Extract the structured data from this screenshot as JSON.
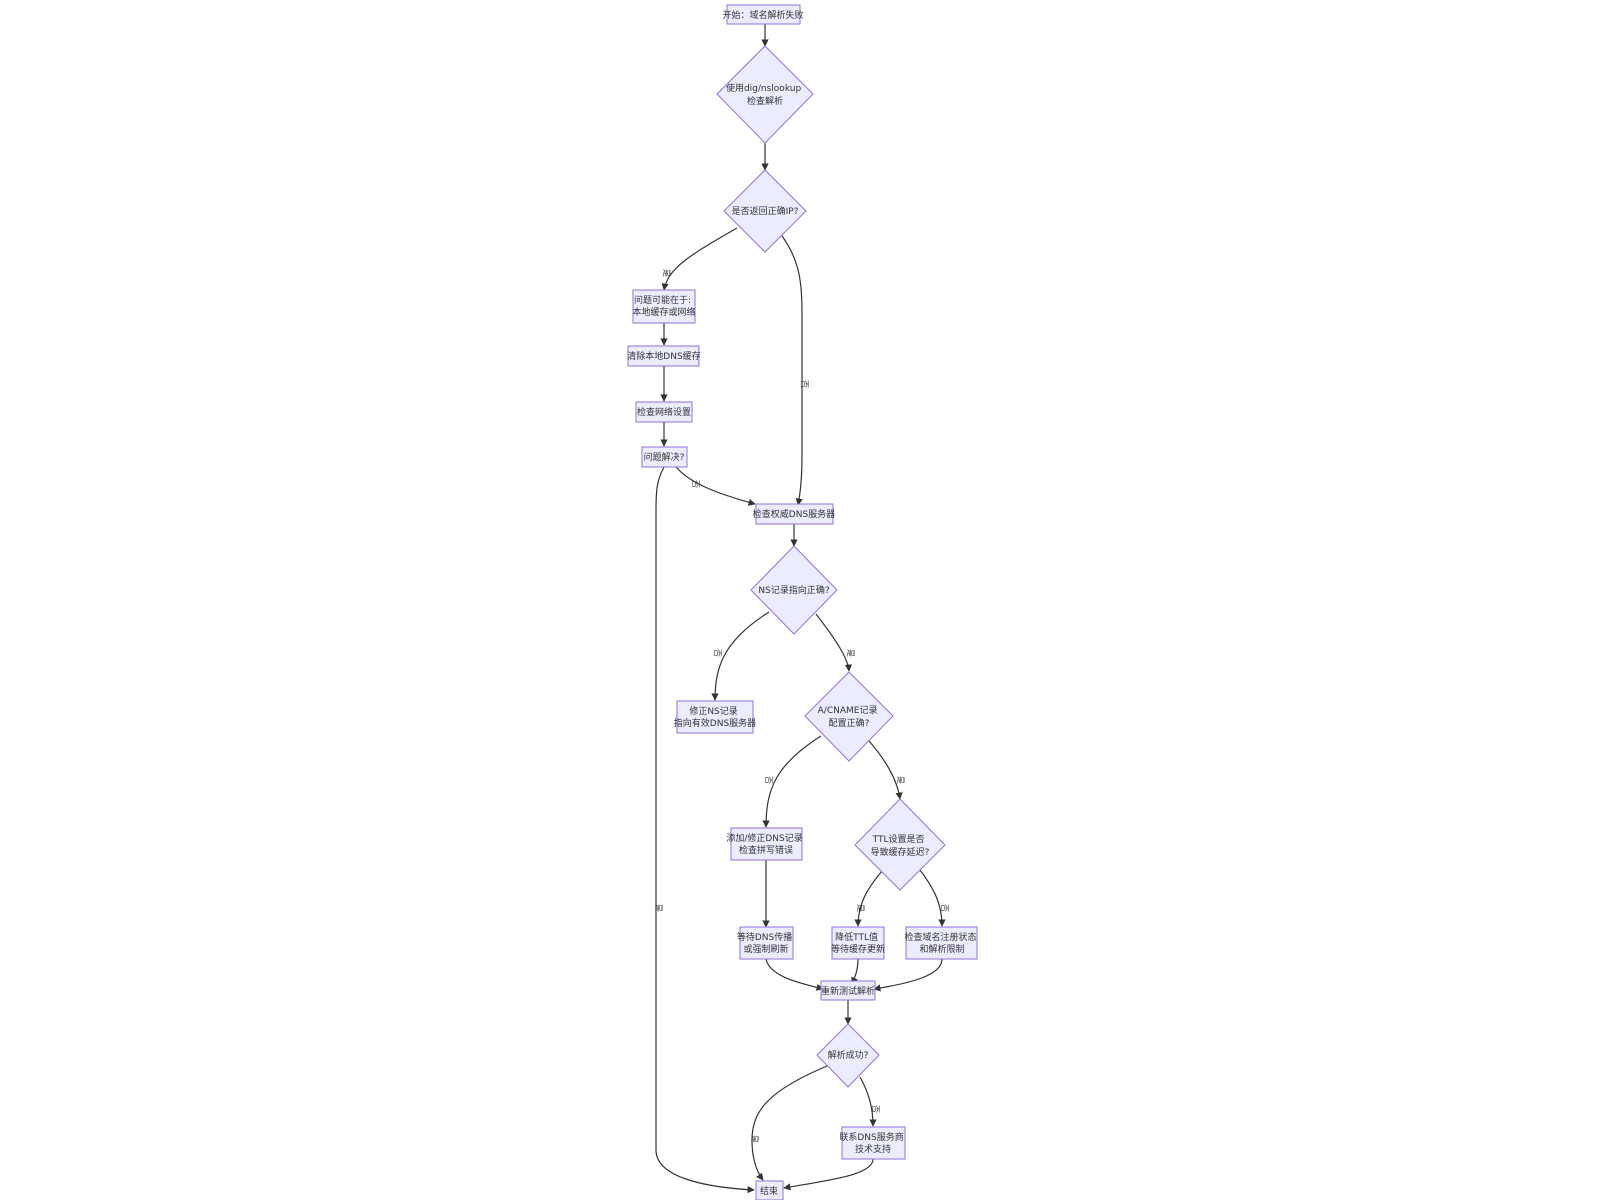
{
  "colors": {
    "node_fill": "#ececff",
    "node_stroke": "#9370db",
    "edge": "#333333",
    "text": "#333333"
  },
  "nodes": {
    "start": {
      "lines": [
        "开始：域名解析失败"
      ]
    },
    "use_dig": {
      "lines": [
        "使用dig/nslookup",
        "检查解析"
      ]
    },
    "correct_ip": {
      "lines": [
        "是否返回正确IP?"
      ]
    },
    "local_issue": {
      "lines": [
        "问题可能在于:",
        "本地缓存或网络"
      ]
    },
    "clear_cache": {
      "lines": [
        "清除本地DNS缓存"
      ]
    },
    "check_net": {
      "lines": [
        "检查网络设置"
      ]
    },
    "solved": {
      "lines": [
        "问题解决?"
      ]
    },
    "check_auth": {
      "lines": [
        "检查权威DNS服务器"
      ]
    },
    "ns_ok": {
      "lines": [
        "NS记录指向正确?"
      ]
    },
    "fix_ns": {
      "lines": [
        "修正NS记录",
        "指向有效DNS服务器"
      ]
    },
    "a_ok": {
      "lines": [
        "A/CNAME记录",
        "配置正确?"
      ]
    },
    "add_fix": {
      "lines": [
        "添加/修正DNS记录",
        "检查拼写错误"
      ]
    },
    "ttl_q": {
      "lines": [
        "TTL设置是否",
        "导致缓存延迟?"
      ]
    },
    "wait_prop": {
      "lines": [
        "等待DNS传播",
        "或强制刷新"
      ]
    },
    "lower_ttl": {
      "lines": [
        "降低TTL值",
        "等待缓存更新"
      ]
    },
    "check_status": {
      "lines": [
        "检查域名注册状态",
        "和解析限制"
      ]
    },
    "retest": {
      "lines": [
        "重新测试解析"
      ]
    },
    "resolve_ok": {
      "lines": [
        "解析成功?"
      ]
    },
    "contact": {
      "lines": [
        "联系DNS服务商",
        "技术支持"
      ]
    },
    "end": {
      "lines": [
        "结束"
      ]
    }
  },
  "edge_labels": {
    "correct_yes": "是",
    "correct_no": "否",
    "solved_no": "否",
    "solved_yes": "是",
    "ns_no": "否",
    "ns_yes": "是",
    "a_no": "否",
    "a_yes": "是",
    "ttl_yes": "是",
    "ttl_no": "否",
    "resolve_yes": "是",
    "resolve_no": "否"
  }
}
